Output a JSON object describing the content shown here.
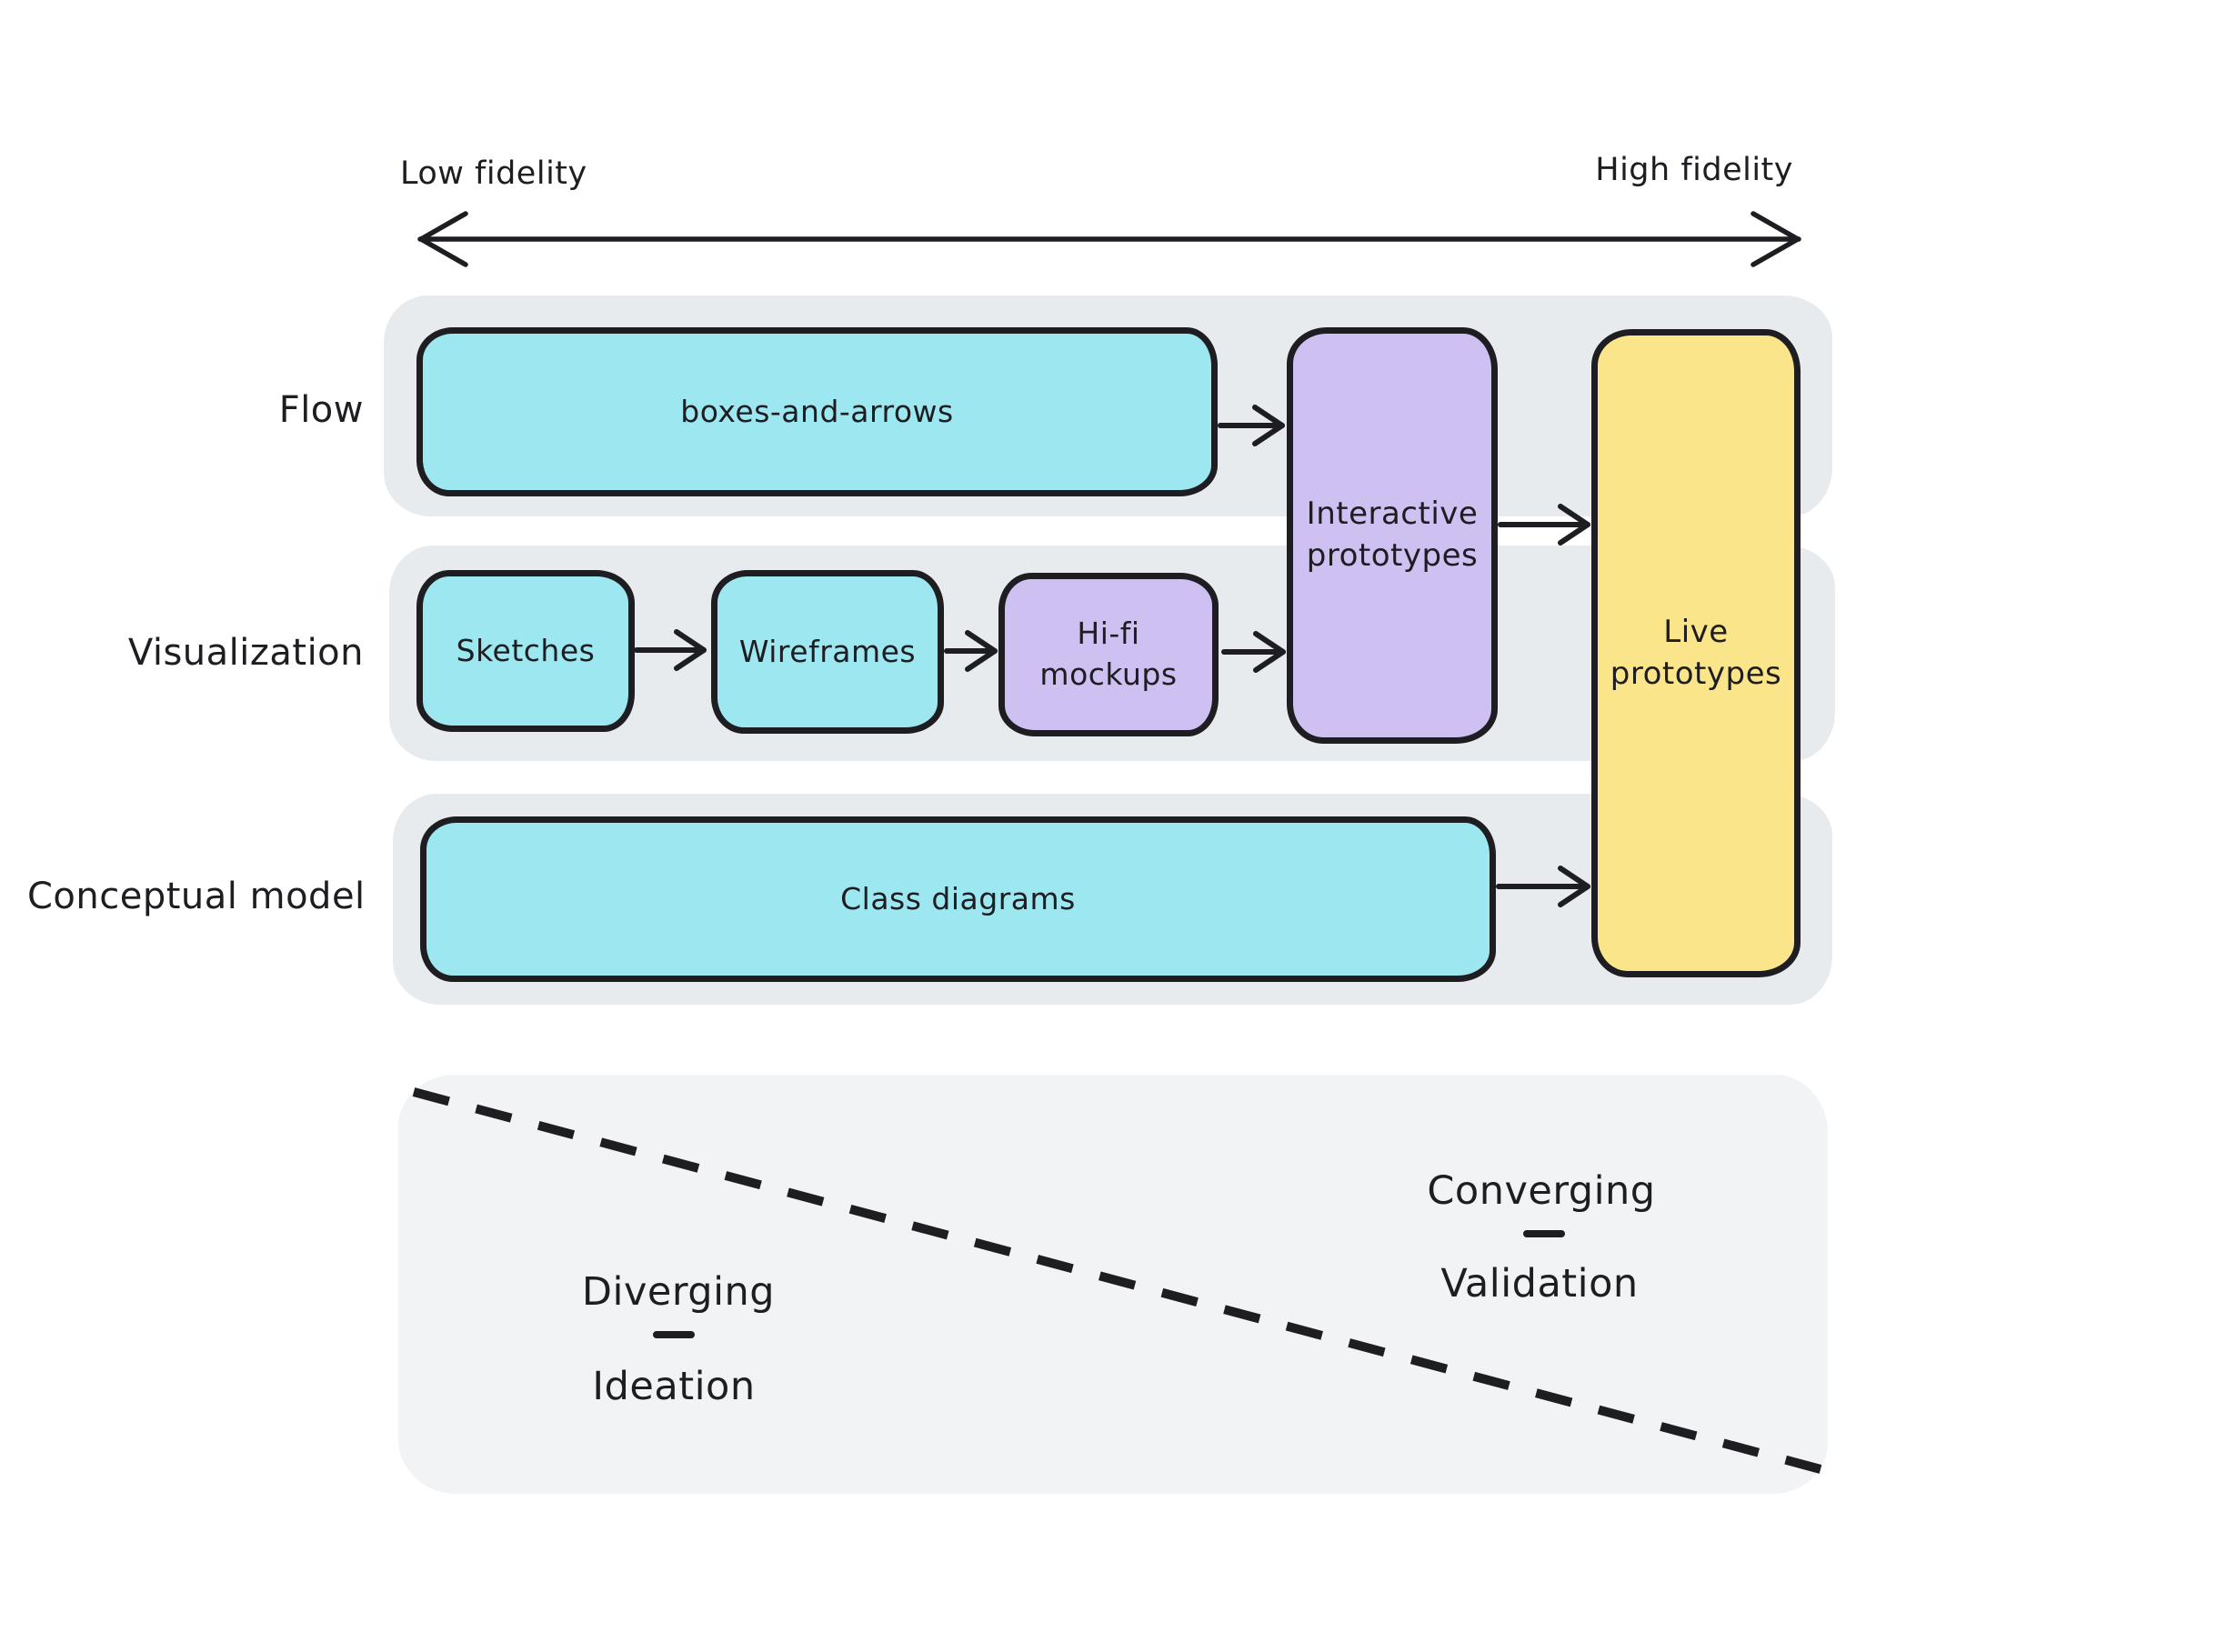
{
  "diagram": {
    "title_implied": "Prototype fidelity map",
    "axis": {
      "low_label": "Low fidelity",
      "high_label": "High fidelity"
    },
    "rows": [
      {
        "id": "flow",
        "label": "Flow"
      },
      {
        "id": "visualization",
        "label": "Visualization"
      },
      {
        "id": "conceptual-model",
        "label": "Conceptual model"
      }
    ],
    "nodes": {
      "boxes_and_arrows": {
        "label": "boxes-and-arrows",
        "row": "flow",
        "color": "#9ce7f0"
      },
      "sketches": {
        "label": "Sketches",
        "row": "visualization",
        "color": "#9ce7f0"
      },
      "wireframes": {
        "label": "Wireframes",
        "row": "visualization",
        "color": "#9ce7f0"
      },
      "hifi_mockups": {
        "label": "Hi-fi mockups",
        "row": "visualization",
        "color": "#cfc0f2"
      },
      "interactive_prototypes": {
        "label": "Interactive prototypes",
        "row": "flow+visualization",
        "color": "#cfc0f2"
      },
      "live_prototypes": {
        "label": "Live prototypes",
        "row": "flow+visualization+conceptual-model",
        "color": "#fae58a"
      },
      "class_diagrams": {
        "label": "Class diagrams",
        "row": "conceptual-model",
        "color": "#9ce7f0"
      }
    },
    "edges": [
      {
        "from": "boxes_and_arrows",
        "to": "interactive_prototypes"
      },
      {
        "from": "sketches",
        "to": "wireframes"
      },
      {
        "from": "wireframes",
        "to": "hifi_mockups"
      },
      {
        "from": "hifi_mockups",
        "to": "interactive_prototypes"
      },
      {
        "from": "interactive_prototypes",
        "to": "live_prototypes"
      },
      {
        "from": "class_diagrams",
        "to": "live_prototypes"
      }
    ],
    "process_phases": {
      "left": {
        "title": "Diverging",
        "subtitle": "Ideation"
      },
      "right": {
        "title": "Converging",
        "subtitle": "Validation"
      }
    },
    "colors": {
      "cyan_node": "#9ce7f0",
      "purple_node": "#cfc0f2",
      "yellow_node": "#fae58a",
      "row_band": "#e8ebee",
      "bottom_panel": "#f2f3f5",
      "ink": "#1d1d22",
      "background": "#ffffff"
    }
  }
}
